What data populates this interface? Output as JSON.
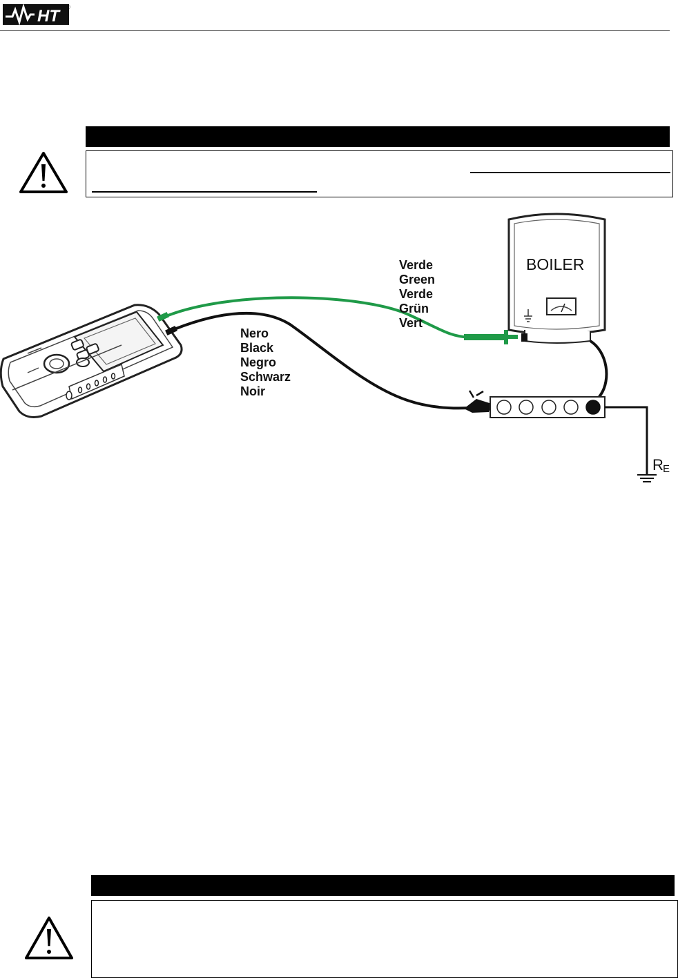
{
  "header": {
    "logo_text": "HT",
    "logo_mark": "®"
  },
  "diagram": {
    "boiler_label": "BOILER",
    "green_lead_labels": [
      "Verde",
      "Green",
      "Verde",
      "Grün",
      "Vert"
    ],
    "black_lead_labels": [
      "Nero",
      "Black",
      "Negro",
      "Schwarz",
      "Noir"
    ],
    "resistance_label": "R",
    "resistance_subscript": "E"
  },
  "colors": {
    "green_lead": "#1f9a48",
    "black_lead": "#111111",
    "warning_bar": "#000000"
  },
  "icons": [
    "ht-logo",
    "warning-triangle-icon",
    "warning-triangle-icon",
    "earth-ground-icon"
  ]
}
